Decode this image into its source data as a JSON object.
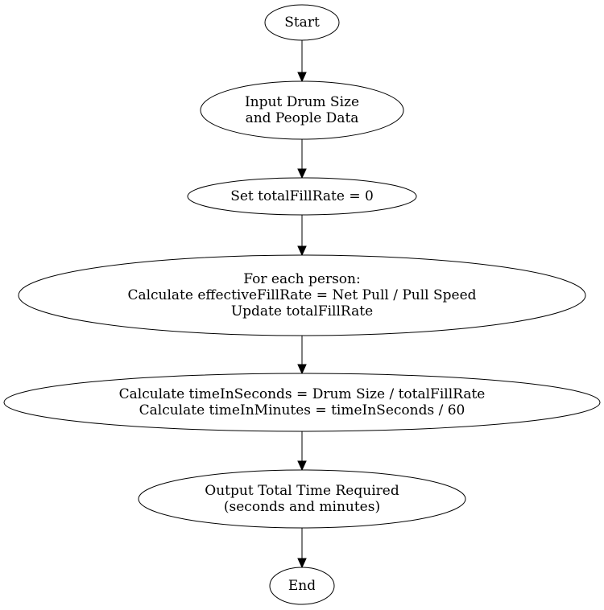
{
  "flowchart": {
    "nodes": [
      {
        "id": "start",
        "lines": [
          "Start"
        ]
      },
      {
        "id": "input",
        "lines": [
          "Input Drum Size",
          "and People Data"
        ]
      },
      {
        "id": "set-total",
        "lines": [
          "Set totalFillRate = 0"
        ]
      },
      {
        "id": "loop",
        "lines": [
          "For each person:",
          "Calculate effectiveFillRate = Net Pull / Pull Speed",
          "Update totalFillRate"
        ]
      },
      {
        "id": "calc-time",
        "lines": [
          "Calculate timeInSeconds = Drum Size / totalFillRate",
          "Calculate timeInMinutes = timeInSeconds / 60"
        ]
      },
      {
        "id": "output",
        "lines": [
          "Output Total Time Required",
          "(seconds and minutes)"
        ]
      },
      {
        "id": "end",
        "lines": [
          "End"
        ]
      }
    ],
    "edges": [
      {
        "from": "start",
        "to": "input"
      },
      {
        "from": "input",
        "to": "set-total"
      },
      {
        "from": "set-total",
        "to": "loop"
      },
      {
        "from": "loop",
        "to": "calc-time"
      },
      {
        "from": "calc-time",
        "to": "output"
      },
      {
        "from": "output",
        "to": "end"
      }
    ]
  }
}
